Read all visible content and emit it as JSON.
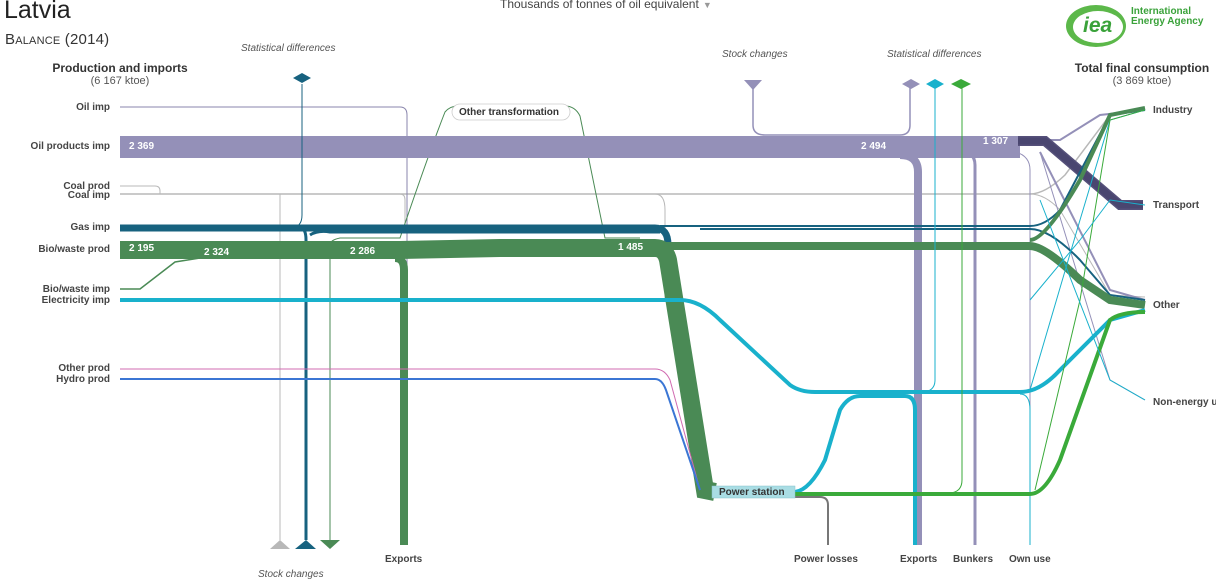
{
  "header": {
    "country": "Latvia",
    "subtitle": "Balance (2014)",
    "unit_selector": "Thousands of tonnes of oil equivalent",
    "logo_text": "iea",
    "logo_name_line1": "International",
    "logo_name_line2": "Energy Agency"
  },
  "columns": {
    "left_title": "Production and imports",
    "left_total": "(6 167 ktoe)",
    "right_title": "Total final consumption",
    "right_total": "(3 869 ktoe)"
  },
  "sources": [
    "Oil imp",
    "Oil products imp",
    "Coal prod",
    "Coal imp",
    "Gas imp",
    "Bio/waste prod",
    "Bio/waste imp",
    "Electricity imp",
    "Other prod",
    "Hydro prod"
  ],
  "destinations": [
    "Industry",
    "Transport",
    "Other",
    "Non-energy u"
  ],
  "annotations": {
    "stat_diff_left": "Statistical differences",
    "stat_diff_right": "Statistical differences",
    "stock_changes_top": "Stock  changes",
    "stock_changes_bottom": "Stock changes",
    "other_transformation": "Other transformation",
    "power_station": "Power station"
  },
  "bottom_labels": {
    "exports_left": "Exports",
    "power_losses": "Power losses",
    "exports_right": "Exports",
    "bunkers": "Bunkers",
    "own_use": "Own use"
  },
  "flow_values": {
    "oil_products": "2 369",
    "oil_products_after": "2 494",
    "transport": "1 307",
    "bio_prod": "2 195",
    "bio_total": "2 324",
    "bio_after_export": "2 286",
    "bio_to_final": "1 485"
  },
  "colors": {
    "oil": "#9490b8",
    "coal": "#b0b0b0",
    "gas": "#17627f",
    "bio": "#4a8a55",
    "electricity": "#19b1cc",
    "heat_elec_green": "#3aaa3a",
    "transport": "#55507a"
  }
}
